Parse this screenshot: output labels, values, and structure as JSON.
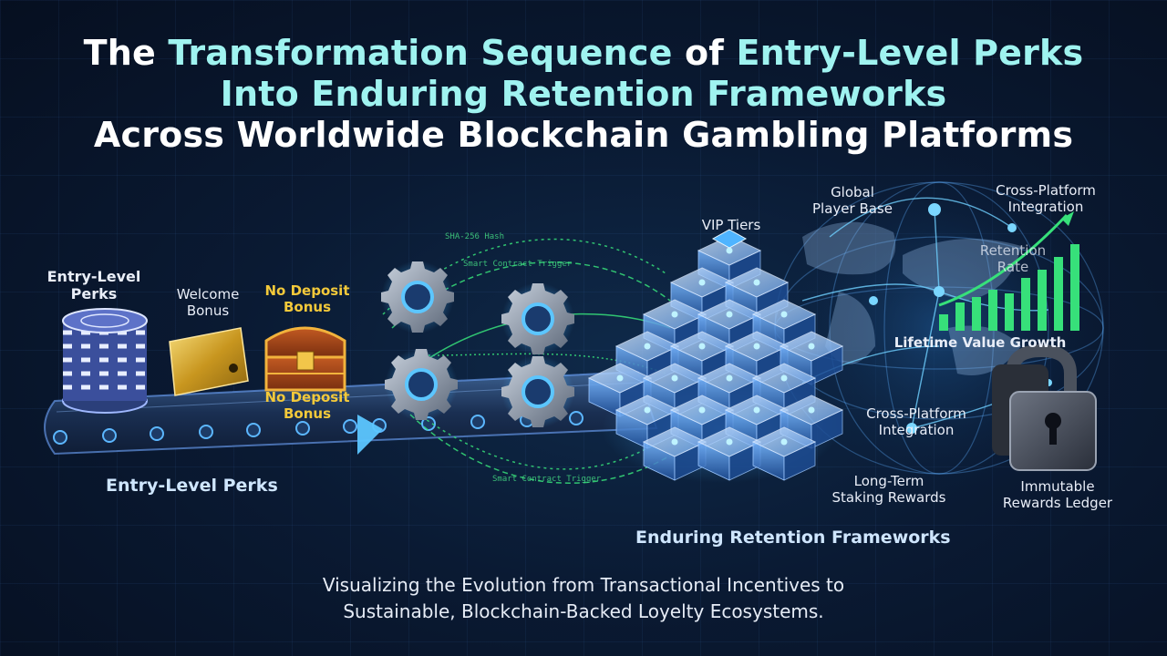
{
  "title": {
    "line1_pre": "The ",
    "line1_hl1": "Transformation Sequence",
    "line1_mid": " of ",
    "line1_hl2": "Entry-Level Perks",
    "line2": "Into Enduring Retention Frameworks",
    "line3": "Across Worldwide Blockchain Gambling Platforms"
  },
  "left": {
    "chips_label": "Entry-Level\nPerks",
    "welcome_label": "Welcome\nBonus",
    "nodeposit_top": "No Deposit\nBonus",
    "nodeposit_bottom": "No Deposit\nBonus",
    "section_label": "Entry-Level Perks"
  },
  "middle": {
    "vip_label": "VIP Tiers",
    "section_label": "Enduring Retention Frameworks",
    "code_snippets": [
      "SHA-256 Hash",
      "Smart Contract Trigger",
      "Smart Contract Trigger"
    ]
  },
  "right": {
    "global": "Global\nPlayer Base",
    "cross_top": "Cross-Platform\nIntegration",
    "retention": "Retention\nRate",
    "ltv": "Lifetime Value Growth",
    "cross_mid": "Cross-Platform\nIntegration",
    "staking": "Long-Term\nStaking Rewards",
    "ledger": "Immutable\nRewards Ledger"
  },
  "subtitle": {
    "line1": "Visualizing the Evolution from Transactional Incentives to",
    "line2": "Sustainable, Blockchain-Backed Loyelty Ecosystems."
  },
  "colors": {
    "accent": "#9ff3f0",
    "gold": "#f3c93a",
    "green": "#37e07a",
    "blue": "#3aa7ff"
  },
  "icons": [
    "chip-stack-icon",
    "gold-card-icon",
    "treasure-chest-icon",
    "gear-icon",
    "globe-icon",
    "padlock-icon",
    "bar-chart-icon"
  ]
}
